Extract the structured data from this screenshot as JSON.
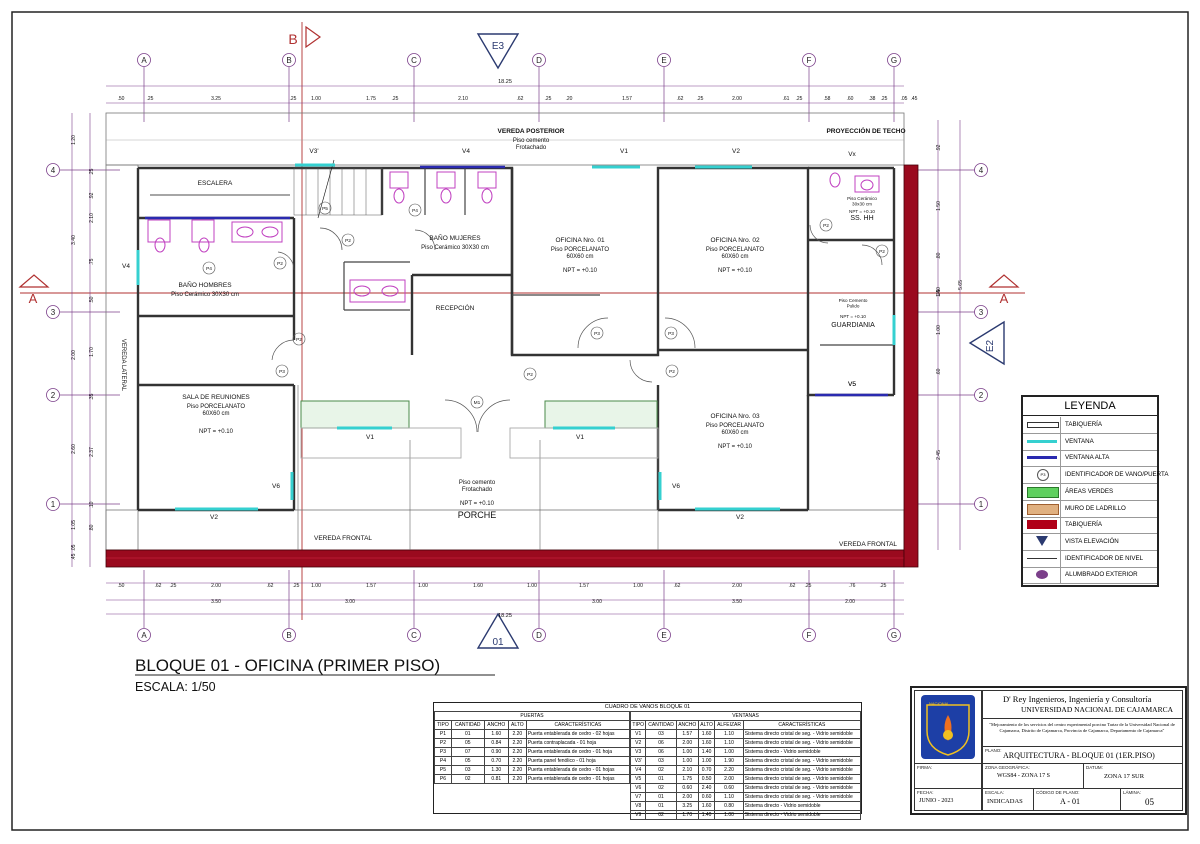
{
  "sheet": {
    "title": "BLOQUE 01 - OFICINA (PRIMER PISO)",
    "scale": "ESCALA: 1/50"
  },
  "axes": {
    "letters": [
      "A",
      "B",
      "C",
      "D",
      "E",
      "F",
      "G"
    ],
    "numbers": [
      "4",
      "3",
      "2",
      "1"
    ]
  },
  "sections": {
    "a_left": "A",
    "a_right": "A",
    "b": "B",
    "e1": "01",
    "e2": "E2",
    "e3": "E3"
  },
  "dims": {
    "top_total": "18.25",
    "top_row": [
      ".50",
      ".25",
      "3.25",
      ".25",
      "1.00",
      "1.75",
      ".25",
      "2.10",
      ".62",
      ".25",
      ".20",
      "1.57",
      ".62",
      ".25",
      "2.00",
      ".61",
      ".25",
      ".58",
      ".60",
      ".38",
      ".25",
      ".05",
      ".45"
    ],
    "bottom_row": [
      ".50",
      ".62",
      ".25",
      "2.00",
      ".62",
      ".25",
      "1.00",
      "1.57",
      "1.00",
      "1.60",
      "1.00",
      "1.57",
      "1.00",
      ".62",
      "2.00",
      ".62",
      ".25",
      ".76",
      ".25"
    ],
    "bottom_mid": [
      "3.50",
      "3.00",
      "3.00",
      "3.50",
      "2.00"
    ],
    "bottom_total": "18.25",
    "left": [
      "1.20",
      ".25",
      ".92",
      "2.10",
      ".75",
      "3.40",
      ".50",
      "2.00",
      "1.70",
      ".35",
      "2.60",
      "2.37",
      ".10",
      "1.05",
      ".80",
      ".05",
      ".45"
    ],
    "right": [
      ".92",
      "1.50",
      ".80",
      "1.40",
      ".25",
      "1.00",
      ".60",
      "5.65",
      "2.45"
    ]
  },
  "rooms": [
    {
      "name": "VEREDA POSTERIOR",
      "sub": "Piso cemento\nFrotachado"
    },
    {
      "name": "PROYECCIÓN DE TECHO"
    },
    {
      "name": "ESCALERA"
    },
    {
      "name": "BAÑO MUJERES",
      "sub": "Piso Cerámico 30X30 cm"
    },
    {
      "name": "BAÑO HOMBRES",
      "sub": "Piso Cerámico 30X30 cm"
    },
    {
      "name": "OFICINA Nro. 01",
      "sub": "Piso PORCELANATO\n60X60 cm",
      "npt": "NPT = +0.10"
    },
    {
      "name": "OFICINA Nro. 02",
      "sub": "Piso PORCELANATO\n60X60 cm",
      "npt": "NPT = +0.10"
    },
    {
      "name": "OFICINA Nro. 03",
      "sub": "Piso PORCELANATO\n60X60 cm",
      "npt": "NPT = +0.10"
    },
    {
      "name": "RECEPCIÓN"
    },
    {
      "name": "SS. HH",
      "sub": "Piso Cerámico\n30x30 cm",
      "npt": "NPT = +0.10"
    },
    {
      "name": "GUARDIANIA",
      "sub": "Piso Cemento\nPulido",
      "npt": "NPT = +0.10"
    },
    {
      "name": "SALA DE REUNIONES",
      "sub": "Piso PORCELANATO\n60X60 cm",
      "npt": "NPT = +0.10"
    },
    {
      "name": "PORCHE",
      "sub": "Piso cemento\nFrotachado",
      "npt": "NPT = +0.10"
    },
    {
      "name": "VEREDA LATERAL"
    },
    {
      "name": "VEREDA FRONTAL"
    },
    {
      "name": "VEREDA FRONTAL"
    }
  ],
  "tags": {
    "windows": [
      "V3'",
      "V4",
      "V1",
      "V2",
      "Vx",
      "V4",
      "V5",
      "V1",
      "V1",
      "V6",
      "V2",
      "V6",
      "V2",
      "V5"
    ],
    "doors": [
      "P5",
      "P4",
      "P2",
      "P2",
      "P4",
      "P2",
      "P2",
      "P3",
      "P3",
      "P2",
      "P3",
      "P2",
      "P2",
      "M1"
    ]
  },
  "legend": {
    "title": "LEYENDA",
    "items": [
      {
        "label": "TABIQUERÍA",
        "kind": "wall"
      },
      {
        "label": "VENTANA",
        "kind": "window"
      },
      {
        "label": "VENTANA ALTA",
        "kind": "window-high"
      },
      {
        "label": "IDENTIFICADOR DE VANO/PUERTA",
        "kind": "door-id",
        "tag": "P3"
      },
      {
        "label": "ÁREAS VERDES",
        "kind": "green"
      },
      {
        "label": "MURO DE LADRILLO",
        "kind": "brick"
      },
      {
        "label": "TABIQUERÍA",
        "kind": "red"
      },
      {
        "label": "VISTA ELEVACIÓN",
        "kind": "elev"
      },
      {
        "label": "IDENTIFICADOR DE NIVEL",
        "kind": "level"
      },
      {
        "label": "ALUMBRADO EXTERIOR",
        "kind": "light"
      }
    ]
  },
  "vanos": {
    "title": "CUADRO DE VANOS BLOQUE 01",
    "puertas_title": "PUERTAS",
    "ventanas_title": "VENTANAS",
    "puertas_headers": [
      "TIPO",
      "CANTIDAD",
      "ANCHO",
      "ALTO",
      "CARACTERÍSTICAS"
    ],
    "ventanas_headers": [
      "TIPO",
      "CANTIDAD",
      "ANCHO",
      "ALTO",
      "ALFEIZAR",
      "CARACTERÍSTICAS"
    ],
    "puertas": [
      [
        "P1",
        "01",
        "1.60",
        "2.20",
        "Puerta entablerada de cedro - 02 hojas"
      ],
      [
        "P2",
        "05",
        "0.84",
        "2.20",
        "Puerta contraplacada - 01 hoja"
      ],
      [
        "P3",
        "07",
        "0.90",
        "2.20",
        "Puerta entablerada de cedro - 01 hoja"
      ],
      [
        "P4",
        "05",
        "0.70",
        "2.20",
        "Puerta panel fenólico - 01 hoja"
      ],
      [
        "P5",
        "03",
        "1.30",
        "2.20",
        "Puerta entablerada de cedro - 01 hojas"
      ],
      [
        "P6",
        "02",
        "0.81",
        "2.20",
        "Puerta entablerada de cedro - 01 hojas"
      ]
    ],
    "ventanas": [
      [
        "V1",
        "03",
        "1.57",
        "1.60",
        "1.10",
        "Sistema directo cristal de seg. - Vidrio semidoble"
      ],
      [
        "V2",
        "06",
        "2.00",
        "1.60",
        "1.10",
        "Sistema directo cristal de seg. - Vidrio semidoble"
      ],
      [
        "V3",
        "06",
        "1.00",
        "1.40",
        "1.00",
        "Sistema directo - Vidrio semidoble"
      ],
      [
        "V3'",
        "03",
        "1.00",
        "1.00",
        "1.90",
        "Sistema directo cristal de seg. - Vidrio semidoble"
      ],
      [
        "V4",
        "02",
        "2.10",
        "0.70",
        "2.20",
        "Sistema directo cristal de seg. - Vidrio semidoble"
      ],
      [
        "V5",
        "01",
        "1.75",
        "0.50",
        "2.00",
        "Sistema directo cristal de seg. - Vidrio semidoble"
      ],
      [
        "V6",
        "02",
        "0.60",
        "2.40",
        "0.60",
        "Sistema directo cristal de seg. - Vidrio semidoble"
      ],
      [
        "V7",
        "01",
        "2.00",
        "0.60",
        "1.10",
        "Sistema directo cristal de seg. - Vidrio semidoble"
      ],
      [
        "V8",
        "01",
        "3.25",
        "1.60",
        "0.80",
        "Sistema directo - Vidrio semidoble"
      ],
      [
        "V9",
        "02",
        "1.70",
        "1.40",
        "1.00",
        "Sistema directo - Vidrio semidoble"
      ]
    ]
  },
  "title_block": {
    "company": "D' Rey Ingenieros, Ingeniería y Consultoría",
    "university": "UNIVERSIDAD NACIONAL DE CAJAMARCA",
    "project": "\"Mejoramiento de los servicios del centro experimental porcino Tartar de la Universidad Nacional de Cajamarca, Distrito de Cajamarca, Provincia de Cajamarca, Departamento de Cajamarca\"",
    "plano_label": "PLANO:",
    "plano": "ARQUITECTURA - BLOQUE 01 (1ER.PISO)",
    "firma_label": "FIRMA:",
    "zona_label": "ZONA GEOGRÁFICA:",
    "zona": "WGS84 - ZONA 17 S",
    "datum_label": "DATUM:",
    "datum": "ZONA 17 SUR",
    "fecha_label": "FECHA:",
    "fecha": "JUNIO - 2023",
    "escala_label": "ESCALA:",
    "escala": "INDICADAS",
    "codigo_label": "CÓDIGO DE PLANO:",
    "codigo": "A - 01",
    "lamina_label": "LÁMINA:",
    "lamina": "05",
    "logo_text": "NACIONAL"
  },
  "colors": {
    "wall": "#333333",
    "window": "#35d0d0",
    "window_high": "#2a2ab0",
    "green": "#5fd05f",
    "brick": "#e0b080",
    "red": "#b00018",
    "axis": "#b03030",
    "grid": "#7b3f8a",
    "logo": "#1d3fa6"
  }
}
